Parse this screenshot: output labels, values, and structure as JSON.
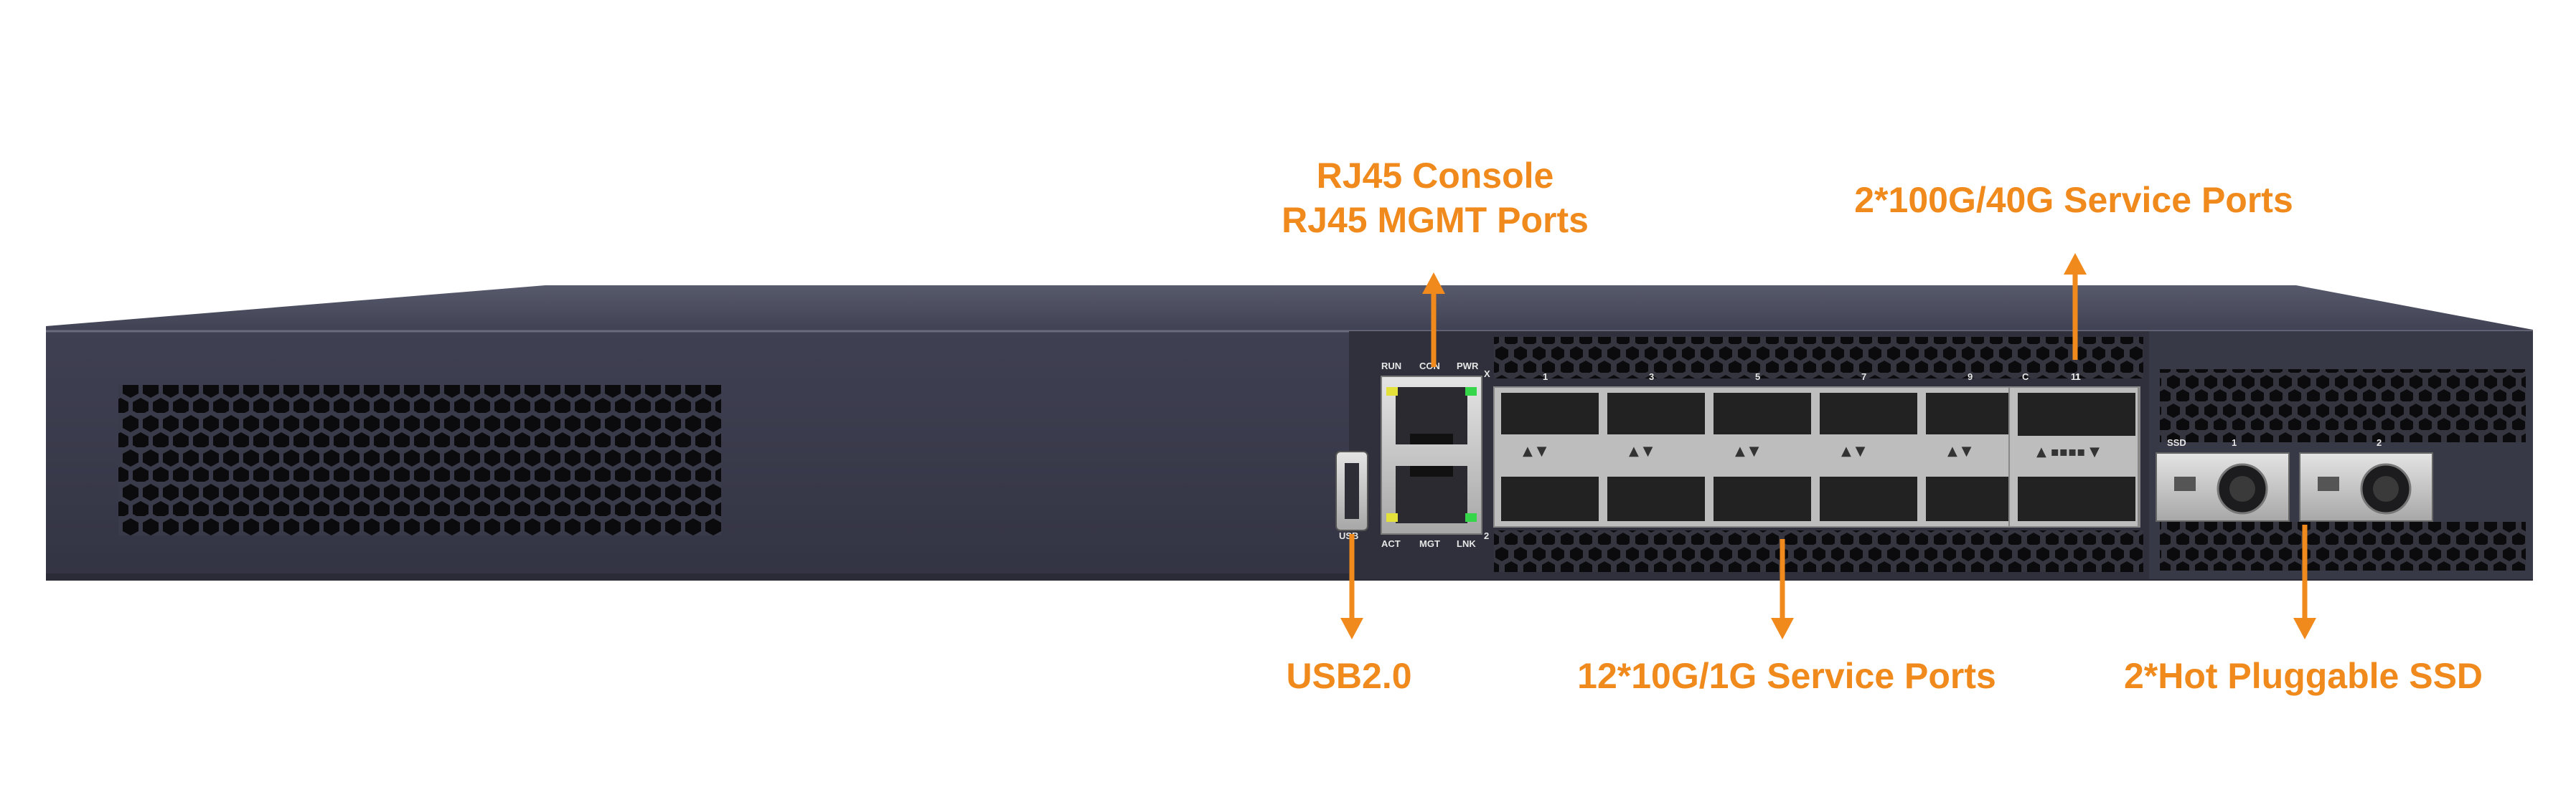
{
  "callouts": {
    "rj45": {
      "line1": "RJ45 Console",
      "line2": "RJ45 MGMT Ports"
    },
    "qsfp": "2*100G/40G Service Ports",
    "usb": "USB2.0",
    "sfp": "12*10G/1G Service Ports",
    "ssd": "2*Hot Pluggable SSD"
  },
  "panel_labels": {
    "run": "RUN",
    "con": "CON",
    "pwr": "PWR",
    "act": "ACT",
    "mgt": "MGT",
    "lnk": "LNK",
    "usb": "USB",
    "sfp_x": "X",
    "sfp_nums": [
      "1",
      "3",
      "5",
      "7",
      "9",
      "11"
    ],
    "sfp_row2": "2",
    "qsfp_c": "C",
    "qsfp_1": "1",
    "ssd": "SSD",
    "ssd1": "1",
    "ssd2": "2"
  },
  "colors": {
    "accent": "#f08a1d",
    "chassis": "#3b3c4c",
    "led_yellow": "#e4e23a",
    "led_green": "#36d64a"
  },
  "icons": [
    "arrow-up-icon",
    "arrow-down-icon"
  ]
}
